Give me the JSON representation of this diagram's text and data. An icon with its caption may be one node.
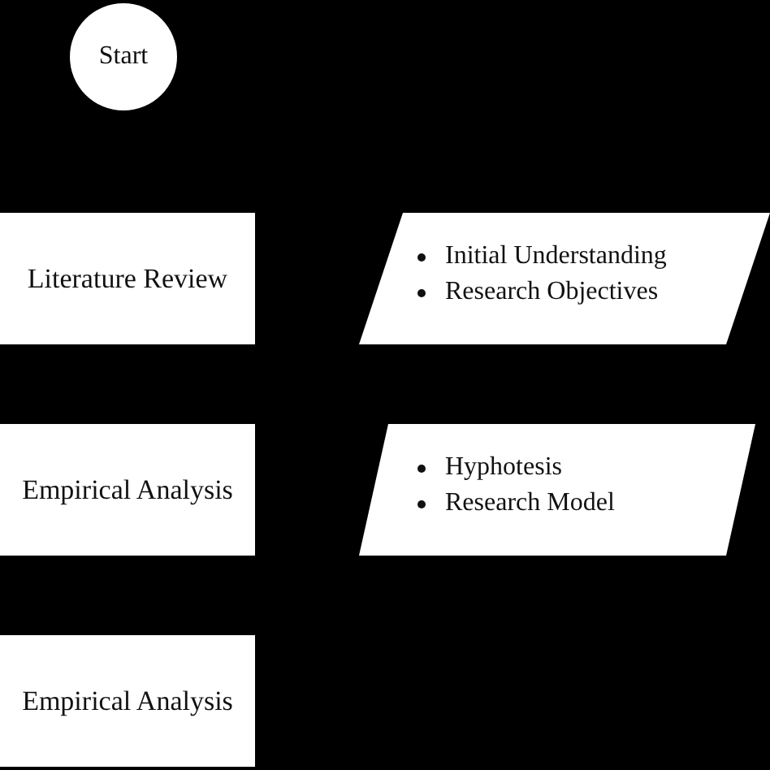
{
  "diagram": {
    "nodes": [
      {
        "text": [
          "Start"
        ]
      },
      {
        "text": [
          "Literature Review"
        ]
      },
      {
        "text": [
          "Initial Understanding",
          "Research Objectives"
        ]
      },
      {
        "text": [
          "Empirical Analysis"
        ]
      },
      {
        "text": [
          "Hyphotesis",
          "Research Model"
        ]
      },
      {
        "text": [
          "Empirical Analysis"
        ]
      }
    ]
  }
}
